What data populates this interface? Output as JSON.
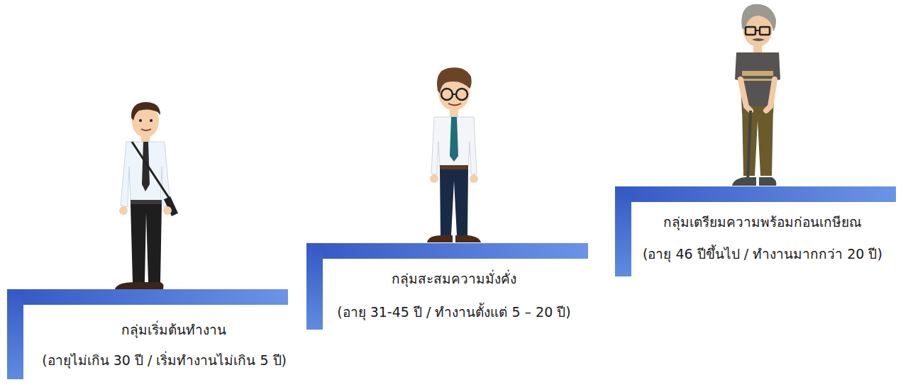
{
  "diagram": {
    "nodes": [
      {
        "text": [
          "กลุ่มเริ่มต้นทำงาน",
          "(อายุไม่เกิน 30 ปี / เริ่มทำงานไม่เกิน 5 ปี)"
        ]
      },
      {
        "text": [
          "กลุ่มสะสมความมั่งคั่ง",
          "(อายุ 31-45 ปี / ทำงานตั้งแต่ 5 – 20 ปี)"
        ]
      },
      {
        "text": [
          "กลุ่มเตรียมความพร้อมก่อนเกษียณ",
          "(อายุ 46 ปีขึ้นไป / ทำงานมากกว่า 20 ปี)"
        ]
      }
    ]
  }
}
